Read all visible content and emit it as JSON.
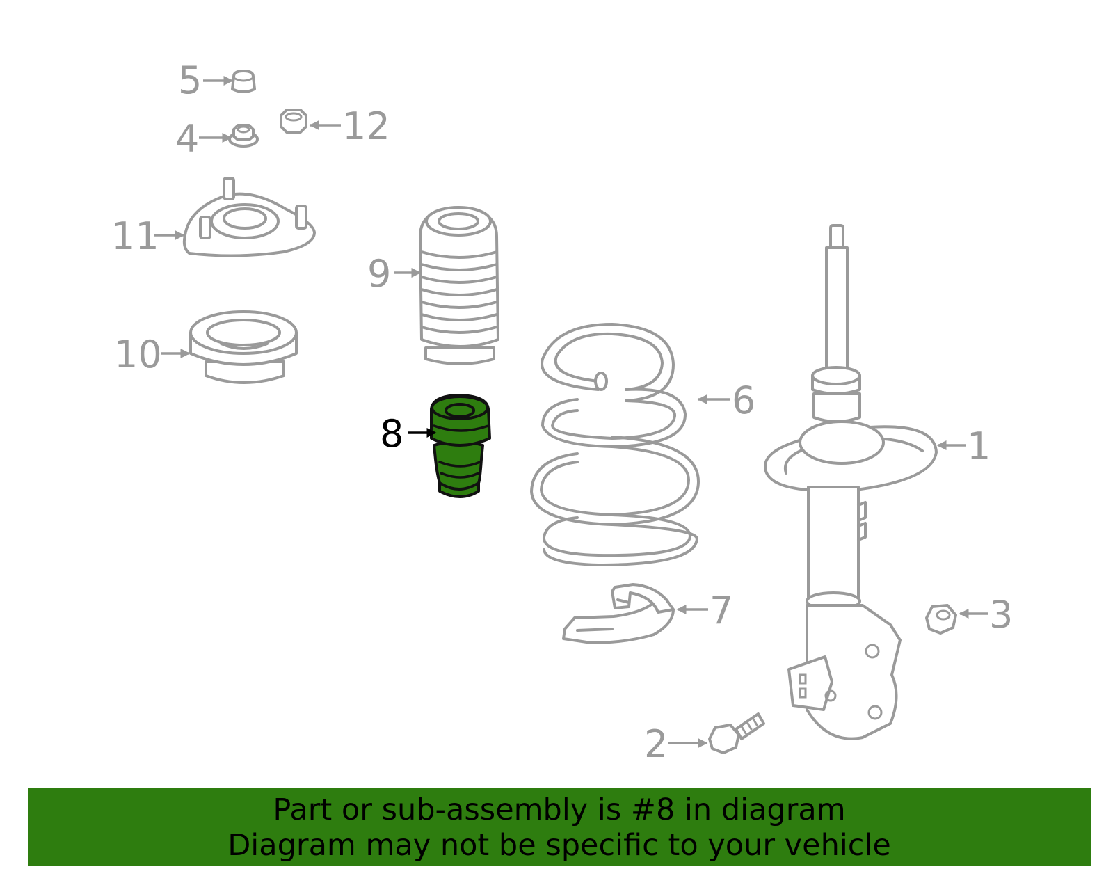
{
  "diagram": {
    "callouts": [
      {
        "number": "1",
        "highlighted": false
      },
      {
        "number": "2",
        "highlighted": false
      },
      {
        "number": "3",
        "highlighted": false
      },
      {
        "number": "4",
        "highlighted": false
      },
      {
        "number": "5",
        "highlighted": false
      },
      {
        "number": "6",
        "highlighted": false
      },
      {
        "number": "7",
        "highlighted": false
      },
      {
        "number": "8",
        "highlighted": true
      },
      {
        "number": "9",
        "highlighted": false
      },
      {
        "number": "10",
        "highlighted": false
      },
      {
        "number": "11",
        "highlighted": false
      },
      {
        "number": "12",
        "highlighted": false
      }
    ],
    "colors": {
      "highlight_fill": "#2e7d0f",
      "line_gray": "#9a9a9a",
      "banner_bg": "#2e7d0f",
      "banner_text": "#000000"
    }
  },
  "banner": {
    "line1": "Part or sub-assembly is #8 in diagram",
    "line2": "Diagram may not be specific to your vehicle"
  }
}
